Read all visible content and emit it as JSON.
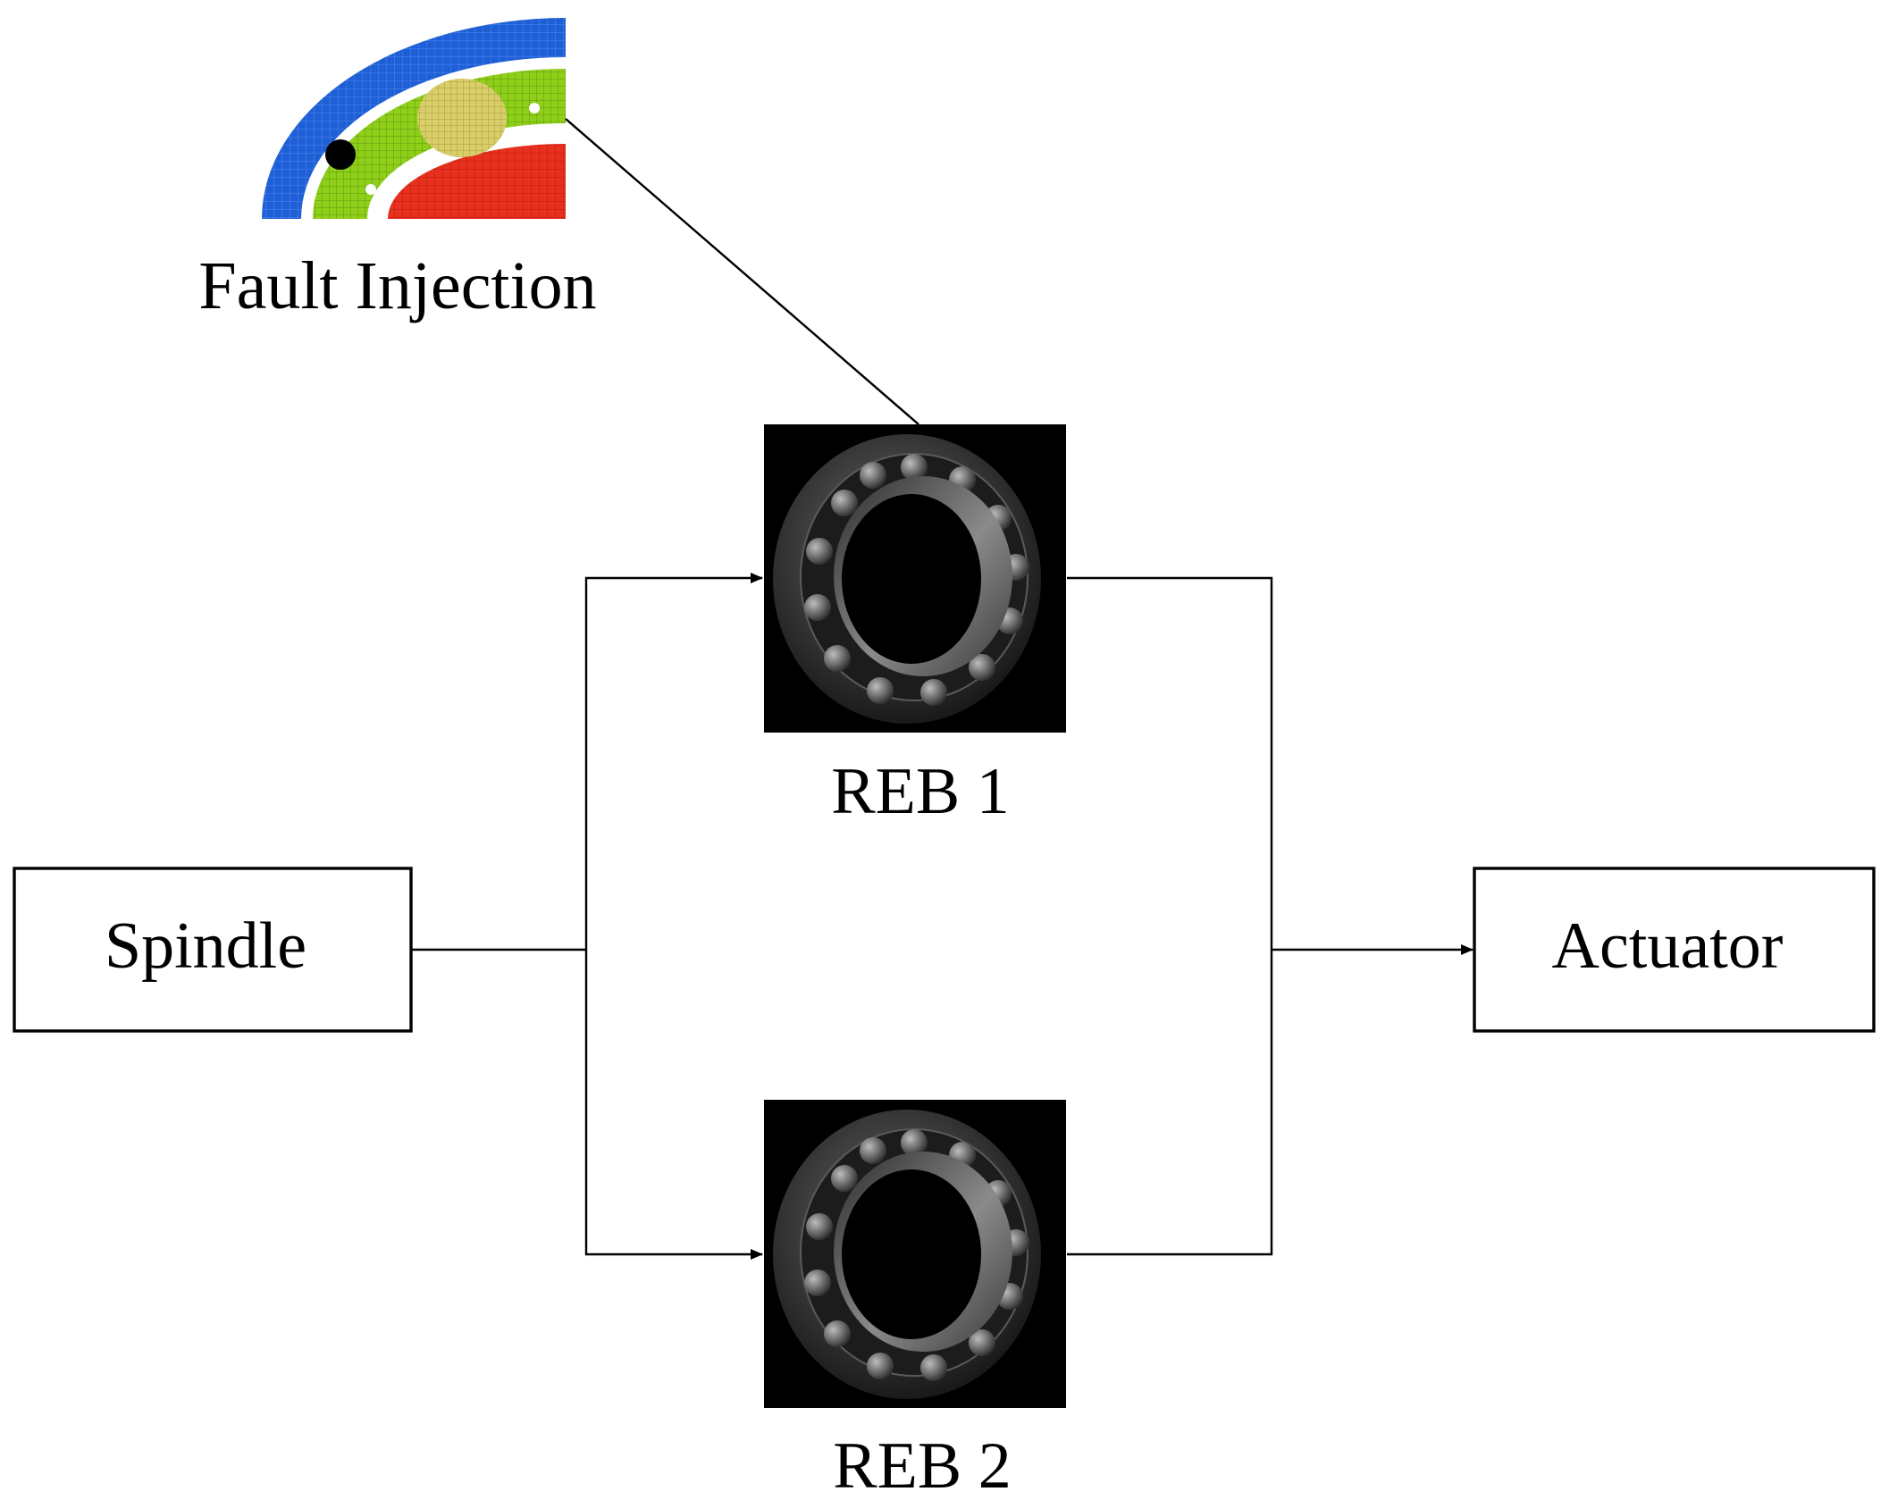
{
  "diagram": {
    "fault_label": "Fault Injection",
    "spindle_label": "Spindle",
    "actuator_label": "Actuator",
    "reb1_label": "REB 1",
    "reb2_label": "REB 2"
  },
  "colors": {
    "outer_ring": "#1f5fd6",
    "cage": "#8fcf1a",
    "inner_ring": "#e8301e",
    "ball": "#d9cf6a",
    "bearing_bg": "#000000",
    "line": "#000000"
  },
  "icons": {
    "fault_image": "bearing-mesh-icon",
    "bearing_image": "ball-bearing-icon"
  }
}
